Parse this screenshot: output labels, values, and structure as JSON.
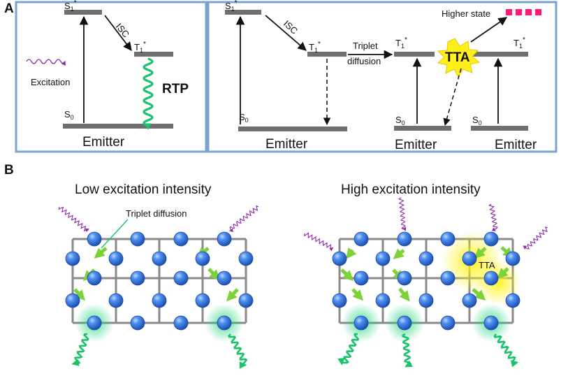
{
  "colors": {
    "panel_border": "#7aa3d4",
    "level": "#6f6f6f",
    "excitation": "#8b2aa8",
    "emission": "#19c46a",
    "diffusion_arrow": "#7dd23a",
    "tta_burst": "#ffef1a",
    "higher_state": "#ff1a75",
    "grid": "#8a8a8a",
    "molecule": "#2f6fd6"
  },
  "panel_a": {
    "letter": "A",
    "left": {
      "s1": "S",
      "s1_sub": "1",
      "t1": "T",
      "t1_sub": "1",
      "s0": "S",
      "s0_sub": "0",
      "star": "*",
      "isc": "ISC",
      "rtp": "RTP",
      "excitation": "Excitation",
      "emitter": "Emitter"
    },
    "right": {
      "s1": "S",
      "s1_sub": "1",
      "star": "*",
      "isc": "ISC",
      "t1": "T",
      "t1_sub": "1",
      "triplet_line1": "Triplet",
      "triplet_line2": "diffusion",
      "tta": "TTA",
      "higher_state": "Higher state",
      "s0": "S",
      "s0_sub": "0",
      "emitter": "Emitter"
    }
  },
  "panel_b": {
    "letter": "B",
    "low_title": "Low excitation intensity",
    "high_title": "High excitation intensity",
    "triplet_diffusion": "Triplet diffusion",
    "tta": "TTA"
  }
}
